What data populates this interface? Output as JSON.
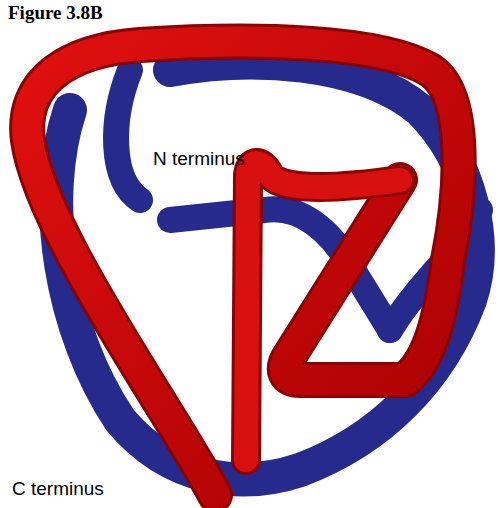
{
  "diagram": {
    "title": "Figure 3.8B",
    "labels": [
      "N terminus",
      "C terminus"
    ]
  }
}
